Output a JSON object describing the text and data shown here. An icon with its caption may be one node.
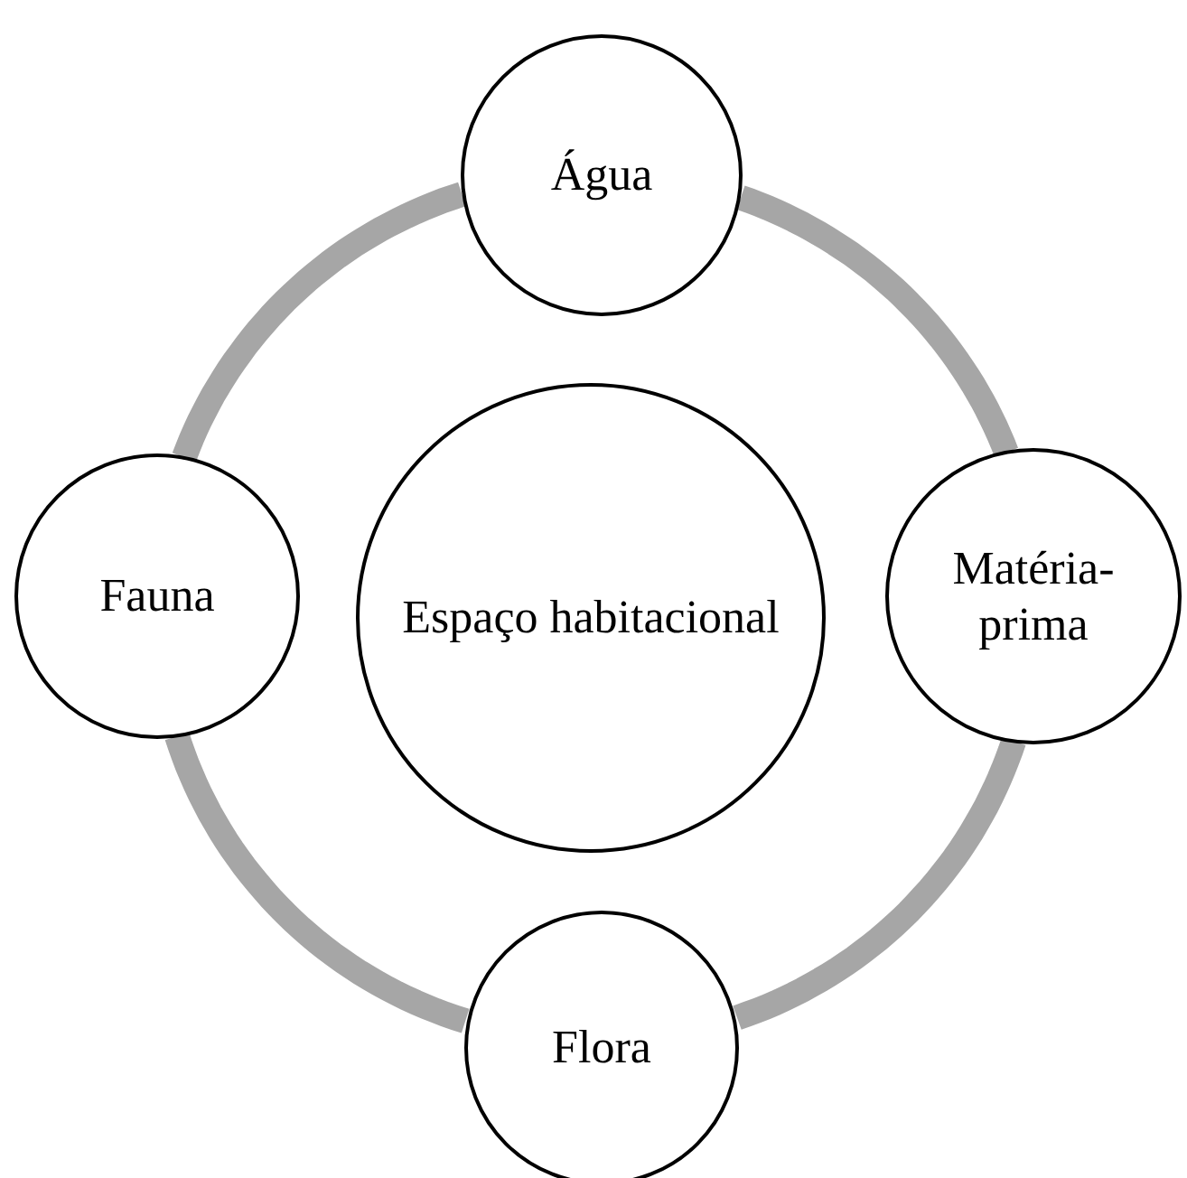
{
  "diagram": {
    "nodes": [
      {
        "text": [
          "Água"
        ]
      },
      {
        "text": [
          "Fauna"
        ]
      },
      {
        "text": [
          "Espaço habitacional"
        ]
      },
      {
        "text": [
          "Matéria-prima"
        ]
      },
      {
        "text": [
          "Flora"
        ]
      }
    ],
    "edges": [
      {
        "from": 0,
        "to": 3,
        "arrow": "none"
      },
      {
        "from": 3,
        "to": 4,
        "arrow": "none"
      },
      {
        "from": 4,
        "to": 1,
        "arrow": "none"
      },
      {
        "from": 1,
        "to": 0,
        "arrow": "none"
      }
    ]
  }
}
